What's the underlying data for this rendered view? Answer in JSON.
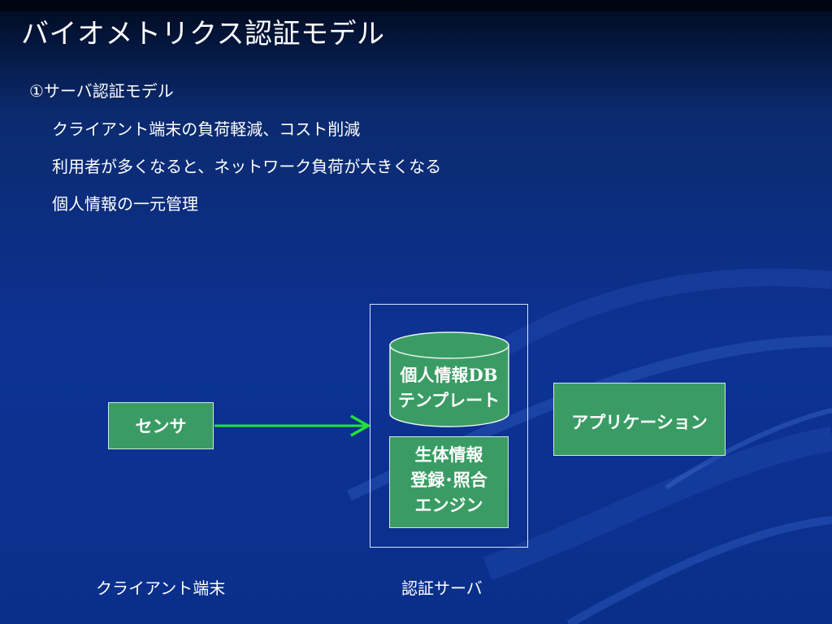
{
  "slide": {
    "title": "バイオメトリクス認証モデル",
    "bullets": [
      "①サーバ認証モデル",
      "クライアント端末の負荷軽減、コスト削減",
      "利用者が多くなると、ネットワーク負荷が大きくなる",
      "個人情報の一元管理"
    ]
  },
  "diagram": {
    "sensor": "センサ",
    "db_line1_prefix": "個人情報",
    "db_line1_suffix": "DB",
    "db_line2": "テンプレート",
    "engine_lines": [
      "生体情報",
      "登録･照合",
      "エンジン"
    ],
    "application": "アプリケーション",
    "caption_client": "クライアント端末",
    "caption_server": "認証サーバ"
  },
  "colors": {
    "background_top": "#000a1e",
    "background": "#0d3294",
    "box_green": "#3a9c64",
    "arrow_green": "#22e23a"
  }
}
